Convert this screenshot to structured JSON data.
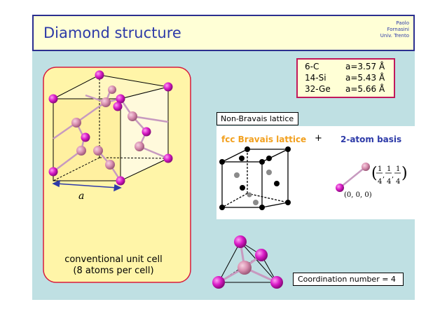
{
  "header": {
    "title": "Diamond structure",
    "credit": [
      "Paolo",
      "Fornasini",
      "Univ. Trento"
    ]
  },
  "materials": [
    {
      "name": "6-C",
      "value": "a=3.57 Å"
    },
    {
      "name": "14-Si",
      "value": "a=5.43 Å"
    },
    {
      "name": "32-Ge",
      "value": "a=5.66 Å"
    }
  ],
  "non_bravais_label": "Non-Bravais lattice",
  "fcc_label": "fcc Bravais lattice",
  "plus_sign": "+",
  "basis_label": "2-atom basis",
  "basis_origin": "(0, 0, 0)",
  "basis_vector": [
    "1",
    "4"
  ],
  "lattice_param_symbol": "a",
  "unit_cell_caption": [
    "conventional unit cell",
    "(8 atoms per cell)"
  ],
  "coordination_label": "Coordination number = 4",
  "colors": {
    "header_bg": "#ffffd6",
    "header_border": "#2b2f8f",
    "title_text": "#2d3aa8",
    "panel_bg": "#bfe0e3",
    "atom_magenta": "#d81bc6",
    "atom_pink": "#d98fb0",
    "cell_fill": "#fff5a8",
    "cell_border": "#d81b3c",
    "fcc_text": "#f2a01e",
    "basis_text": "#2d3aa8"
  }
}
